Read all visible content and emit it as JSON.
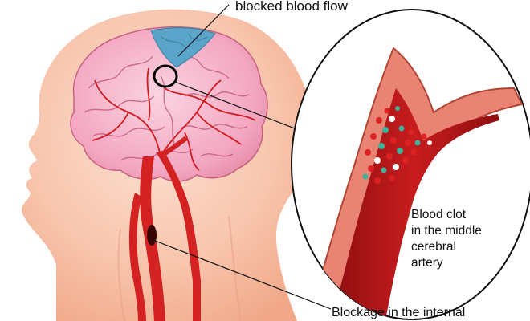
{
  "labels": {
    "blocked_flow": "blocked blood flow",
    "clot_lines": [
      "Blood clot",
      "in the middle",
      "cerebral",
      "artery"
    ],
    "blockage": "Blockage in the internal"
  },
  "colors": {
    "skin": "#f6b59a",
    "brain": "#f2a9c2",
    "blocked_area": "#5aa3c9",
    "artery": "#d81e1e",
    "vessel_wall": "#e57f72",
    "lumen": "#b01416"
  },
  "icons": [
    "highlight-circle",
    "blood-clot",
    "callout-lens"
  ]
}
